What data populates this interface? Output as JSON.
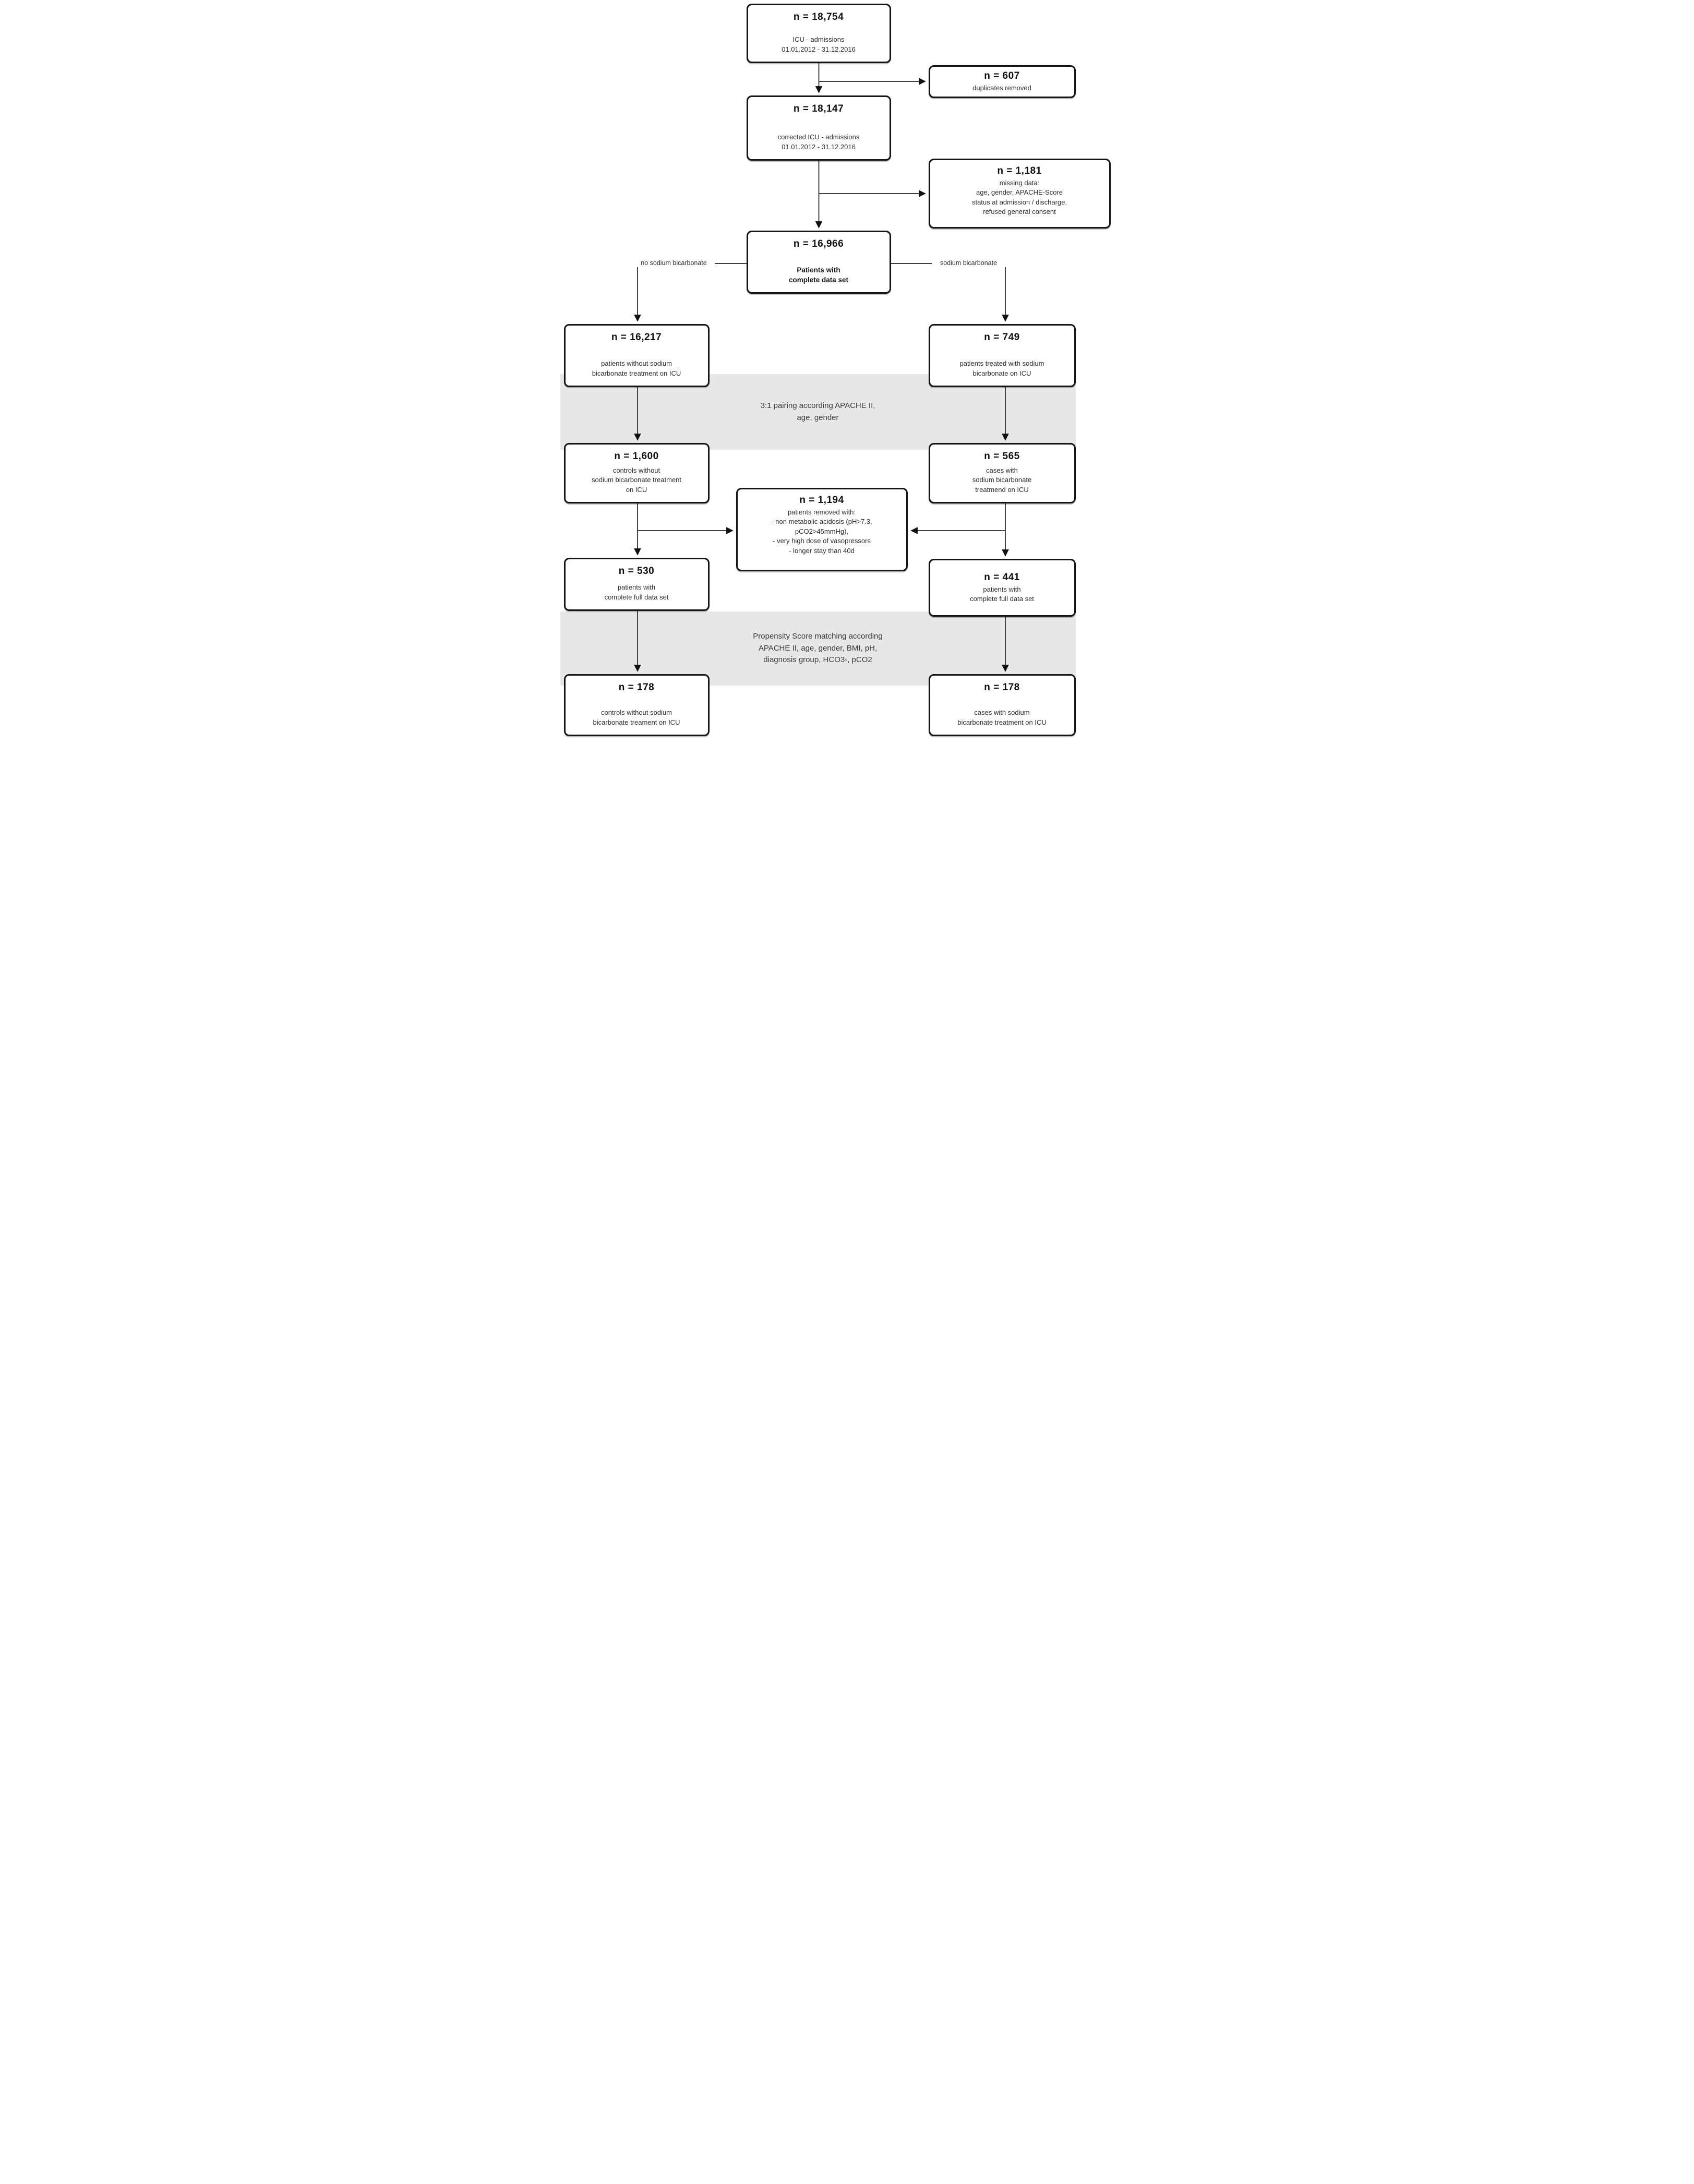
{
  "flowchart": {
    "column_labels": {
      "left": "no sodium bicarbonate",
      "right": "sodium bicarbonate"
    },
    "match_bands": [
      {
        "lines": [
          "3:1 pairing according APACHE II,",
          "age, gender"
        ]
      },
      {
        "lines": [
          "Propensity Score matching according",
          "APACHE II, age, gender, BMI, pH,",
          "diagnosis group, HCO3-, pCO2"
        ]
      }
    ],
    "boxes": {
      "admissions": {
        "n": "n = 18,754",
        "lines": [
          "ICU - admissions",
          "01.01.2012 - 31.12.2016"
        ]
      },
      "duplicates": {
        "n": "n = 607",
        "lines": [
          "duplicates removed"
        ]
      },
      "corrected": {
        "n": "n = 18,147",
        "lines": [
          "corrected ICU - admissions",
          "01.01.2012 - 31.12.2016"
        ]
      },
      "missing": {
        "n": "n = 1,181",
        "lines": [
          "missing data:",
          "age, gender, APACHE-Score",
          "status at admission / discharge,",
          "refused general consent"
        ]
      },
      "complete": {
        "n": "n = 16,966",
        "lines": [
          "Patients with",
          "complete data set"
        ]
      },
      "no_bicarb": {
        "n": "n = 16,217",
        "lines": [
          "patients without sodium",
          "bicarbonate treatment on ICU"
        ]
      },
      "bicarb": {
        "n": "n = 749",
        "lines": [
          "patients treated with sodium",
          "bicarbonate on ICU"
        ]
      },
      "controls": {
        "n": "n = 1,600",
        "lines": [
          "controls without",
          "sodium bicarbonate treatment",
          "on ICU"
        ]
      },
      "cases": {
        "n": "n = 565",
        "lines": [
          "cases with",
          "sodium bicarbonate",
          "treatmend on ICU"
        ]
      },
      "removed": {
        "n": "n = 1,194",
        "lines": [
          "patients removed with:",
          "- non metabolic acidosis (pH>7.3,",
          "pCO2>45mmHg),",
          "- very high dose of vasopressors",
          "- longer stay than 40d"
        ]
      },
      "controls_full": {
        "n": "n = 530",
        "lines": [
          "patients with",
          "complete full data set"
        ]
      },
      "cases_full": {
        "n": "n = 441",
        "lines": [
          "patients with",
          "complete full data set"
        ]
      },
      "controls_matched": {
        "n": "n = 178",
        "lines": [
          "controls without sodium",
          "bicarbonate treament on ICU"
        ]
      },
      "cases_matched": {
        "n": "n = 178",
        "lines": [
          "cases with sodium",
          "bicarbonate treatment on ICU"
        ]
      }
    },
    "colors": {
      "band_bg": "#e7e7e7",
      "box_border": "#151515",
      "connector": "#262626",
      "text": "#2e2e2e"
    }
  }
}
